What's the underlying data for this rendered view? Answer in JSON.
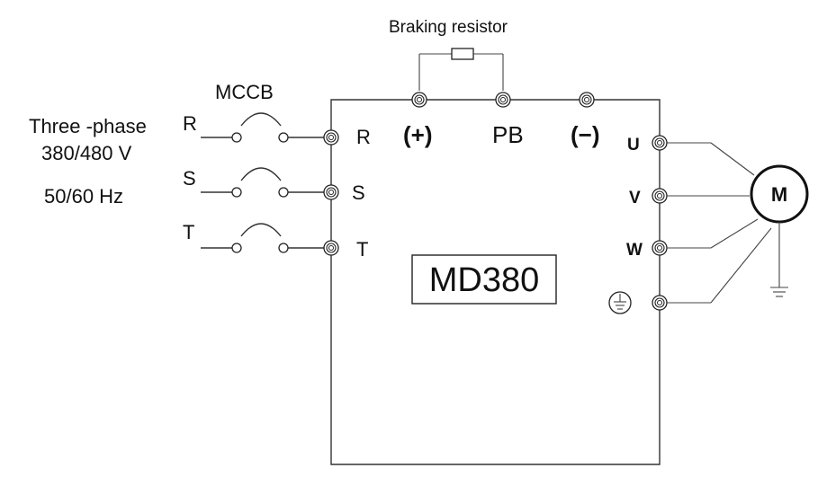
{
  "supply": {
    "label": "Three -phase",
    "voltage": "380/480 V",
    "frequency": "50/60 Hz"
  },
  "lines": {
    "r": "R",
    "s": "S",
    "t": "T"
  },
  "breaker_label": "MCCB",
  "braking_resistor_label": "Braking resistor",
  "inverter": {
    "model": "MD380",
    "input_terminals": {
      "r": "R",
      "s": "S",
      "t": "T"
    },
    "dc_terminals": {
      "plus": "(+)",
      "pb": "PB",
      "minus": "(−)"
    },
    "output_terminals": {
      "u": "U",
      "v": "V",
      "w": "W"
    }
  },
  "motor_label": "M"
}
